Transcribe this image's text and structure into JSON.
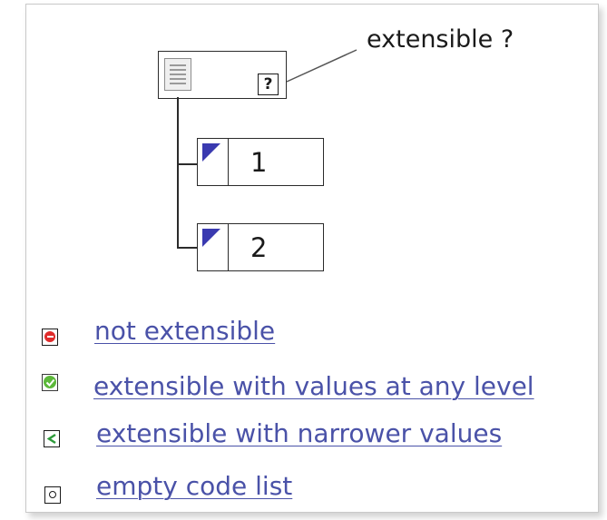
{
  "diagram": {
    "callout_text": "extensible ?",
    "root_marker": "?",
    "codes": [
      {
        "label": "1"
      },
      {
        "label": "2"
      }
    ]
  },
  "legend": {
    "items": [
      {
        "label": "not extensible",
        "icon": "no-entry-icon",
        "color": "#e02b2b"
      },
      {
        "label": "extensible with values at any level",
        "icon": "check-icon",
        "color": "#5cb83a"
      },
      {
        "label": "extensible with narrower values",
        "icon": "less-than-icon",
        "color": "#2d9a3a"
      },
      {
        "label": "empty code list",
        "icon": "empty-circle-icon",
        "color": "#1a1a1a"
      }
    ]
  },
  "colors": {
    "link": "#4a52a8",
    "flag": "#3a3ab0",
    "line": "#2b2b2b"
  }
}
